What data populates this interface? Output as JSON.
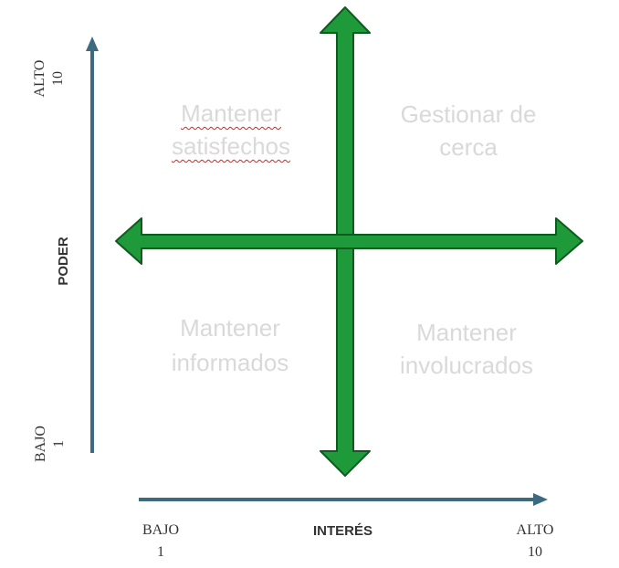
{
  "quadrants": {
    "top_left": {
      "line1": "Mantener",
      "line2": "satisfechos"
    },
    "top_right": {
      "line1": "Gestionar de",
      "line2": "cerca"
    },
    "bottom_left": {
      "line1": "Mantener",
      "line2": "informados"
    },
    "bottom_right": {
      "line1": "Mantener",
      "line2": "involucrados"
    }
  },
  "y_axis": {
    "title": "PODER",
    "high_label": "ALTO",
    "high_value": "10",
    "low_label": "BAJO",
    "low_value": "1"
  },
  "x_axis": {
    "title": "INTERÉS",
    "low_label": "BAJO",
    "low_value": "1",
    "high_label": "ALTO",
    "high_value": "10"
  },
  "colors": {
    "cross_fill": "#1e9a3a",
    "cross_stroke": "#0f5a1f",
    "axis": "#3e6a80",
    "quadrant_text": "#d9d9d9"
  }
}
